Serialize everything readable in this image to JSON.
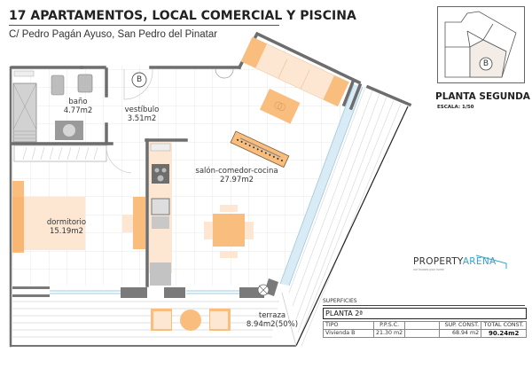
{
  "header": {
    "title": "17 APARTAMENTOS, LOCAL COMERCIAL Y PISCINA",
    "address": "C/ Pedro Pagán Ayuso, San Pedro del Pinatar"
  },
  "key_plan": {
    "unit_marker": "B",
    "floor_title": "PLANTA SEGUNDA",
    "scale": "ESCALA: 1/50"
  },
  "plan": {
    "unit_marker": "B",
    "rooms": [
      {
        "name": "baño",
        "area": "4.77m2"
      },
      {
        "name": "vestíbulo",
        "area": "3.51m2"
      },
      {
        "name": "salón-comedor-cocina",
        "area": "27.97m2"
      },
      {
        "name": "dormitorio",
        "area": "15.19m2"
      },
      {
        "name": "terraza",
        "area": "8.94m2(50%)"
      }
    ],
    "colors": {
      "wall": "#6d6d6d",
      "furniture": "#f9bd7e",
      "furniture_light": "#fde7d2",
      "glass": "#cfe6f2",
      "grid": "#e3e3e3",
      "fixture": "#b9b9b9"
    }
  },
  "logo": {
    "brand_dark": "PROPERTY",
    "brand_accent": "ARENA",
    "tagline": "our houses your home",
    "accent_color": "#3aa0c8"
  },
  "superficies": {
    "title": "SUPERFICIES",
    "floor": "PLANTA 2ª",
    "headers": [
      "TIPO",
      "P.P.S.C.",
      "",
      "SUP. CONST.",
      "TOTAL CONST."
    ],
    "rows": [
      [
        "Vivienda B",
        "21.30 m2",
        "",
        "68.94 m2",
        "90.24m2"
      ]
    ]
  }
}
